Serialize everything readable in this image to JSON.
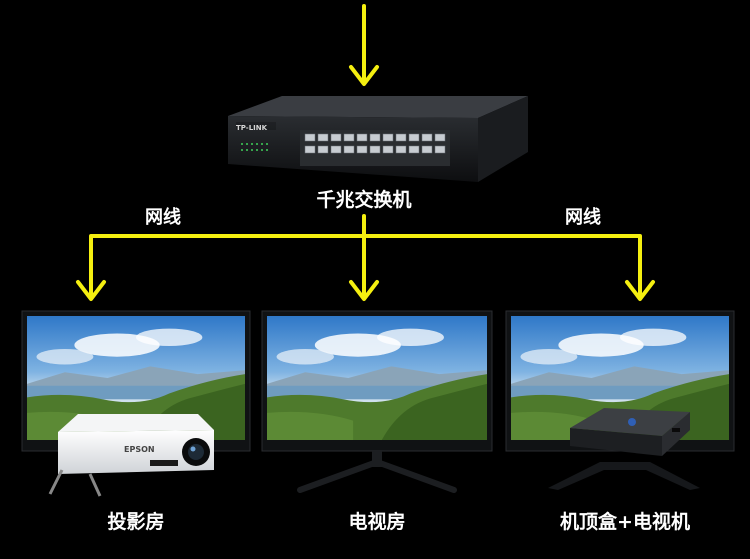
{
  "colors": {
    "background": "#000000",
    "arrow": "#f5ef10",
    "bezel": "#101214",
    "label": "#ffffff"
  },
  "switch": {
    "label": "千兆交换机",
    "brand": "TP-LINK",
    "icon": "network-switch-icon"
  },
  "cables": {
    "left_label": "网线",
    "right_label": "网线"
  },
  "rooms": [
    {
      "label": "投影房",
      "device": "projector",
      "device_brand": "EPSON",
      "icon": "projector-icon"
    },
    {
      "label": "电视房",
      "device": "tv",
      "icon": "monitor-icon"
    },
    {
      "label": "机顶盒+电视机",
      "device": "set-top-box",
      "icon": "set-top-box-icon"
    }
  ]
}
